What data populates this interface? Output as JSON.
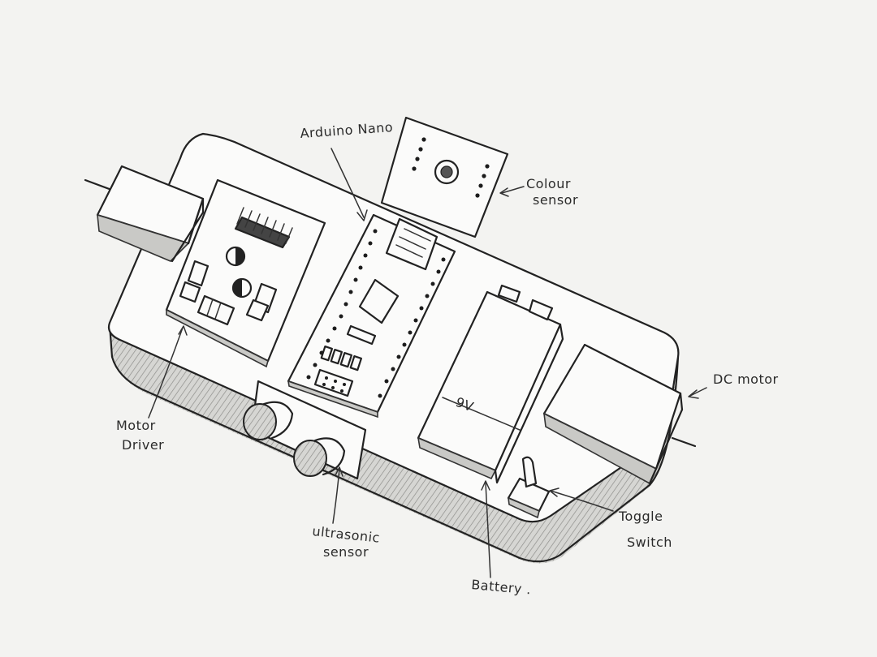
{
  "labels": {
    "arduino": "Arduino Nano",
    "colour_line1": "Colour",
    "colour_line2": "sensor",
    "dc_motor": "DC motor",
    "motor_driver_line1": "Motor",
    "motor_driver_line2": "Driver",
    "ultrasonic_line1": "ultrasonic",
    "ultrasonic_line2": "sensor",
    "battery": "Battery .",
    "toggle_line1": "Toggle",
    "toggle_line2": "Switch",
    "battery_voltage": "9V"
  }
}
